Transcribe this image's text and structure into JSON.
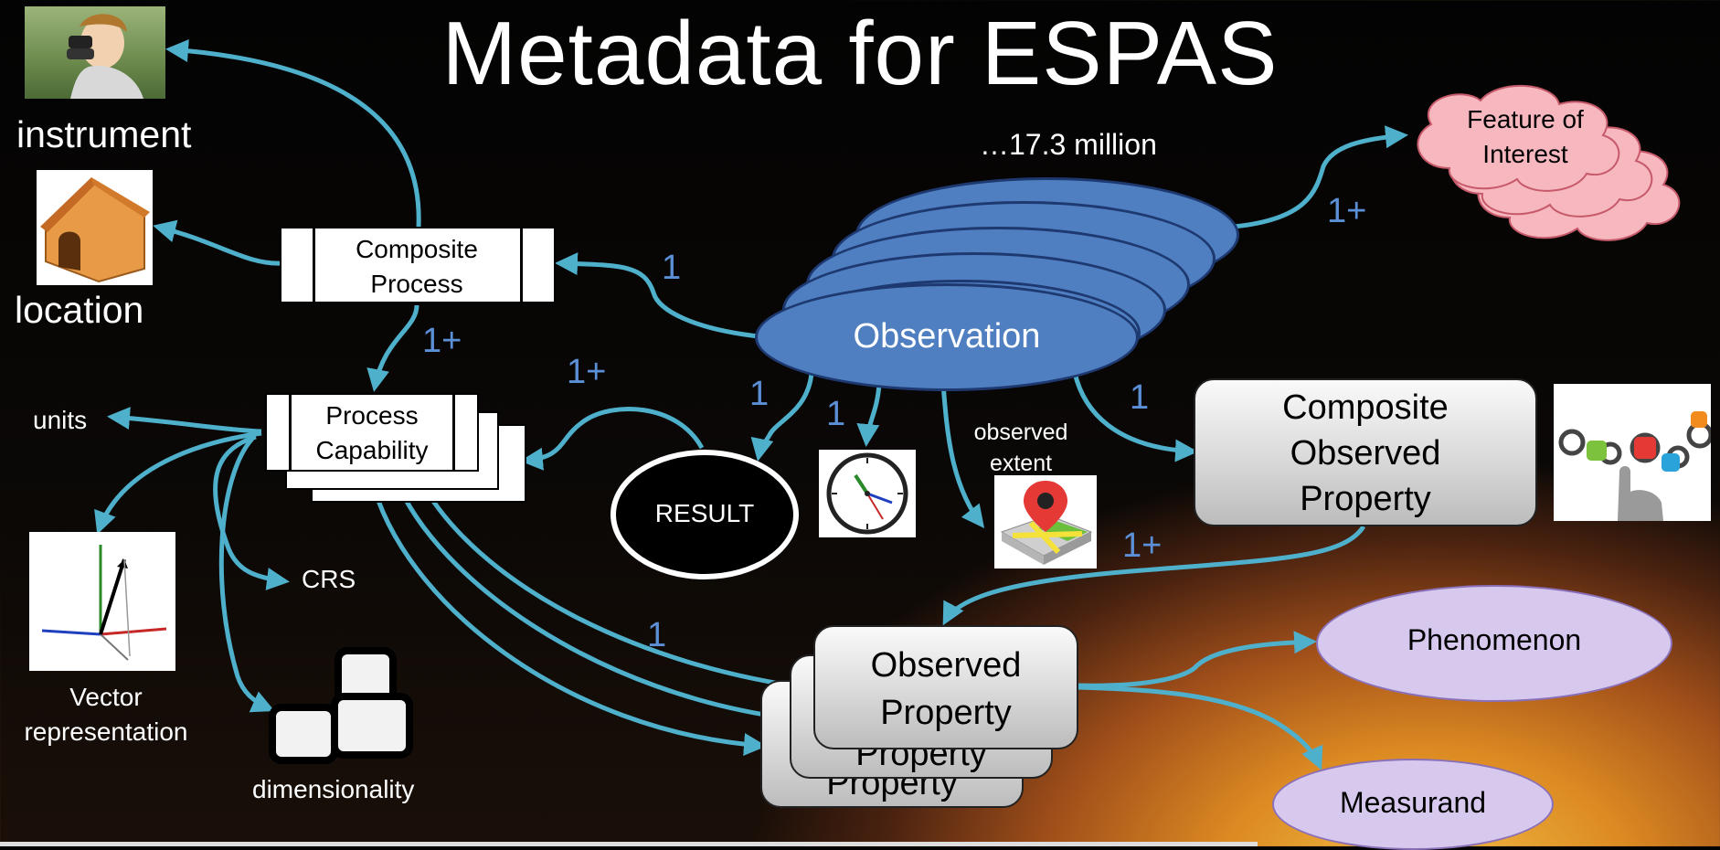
{
  "slide": {
    "title": "Metadata for ESPAS"
  },
  "labels": {
    "instrument": "instrument",
    "location": "location",
    "units": "units",
    "crs": "CRS",
    "vector_representation": "Vector representation",
    "dimensionality": "dimensionality",
    "count": "…17.3 million",
    "observed_extent": "observed extent"
  },
  "nodes": {
    "composite_process": "Composite Process",
    "process_capability": "Process Capability",
    "observation": "Observation",
    "result": "RESULT",
    "feature_of_interest": "Feature of Interest",
    "composite_observed_property": "Composite Observed Property",
    "observed_property": "Observed Property",
    "phenomenon": "Phenomenon",
    "measurand": "Measurand"
  },
  "cardinalities": {
    "obs_to_process": "1",
    "obs_to_feature": "1+",
    "process_to_capability": "1+",
    "result_to_capability": "1+",
    "obs_to_result": "1",
    "obs_to_time": "1",
    "obs_to_composite_property": "1",
    "composite_to_observed": "1+",
    "capability_to_observed": "1"
  },
  "colors": {
    "arrow": "#4fb0cc",
    "observation_fill": "#4f7fc1",
    "feature_fill": "#f7b7bf",
    "phenomenon_fill": "#d7c8ee",
    "number_text": "#5b8fd6"
  },
  "icons": {
    "instrument": "binoculars-boy-photo",
    "location": "doghouse-icon",
    "vector": "3d-axes-icon",
    "dimensionality": "cubes-icon",
    "time": "clock-icon",
    "extent": "map-pin-icon",
    "property": "gears-icon"
  }
}
